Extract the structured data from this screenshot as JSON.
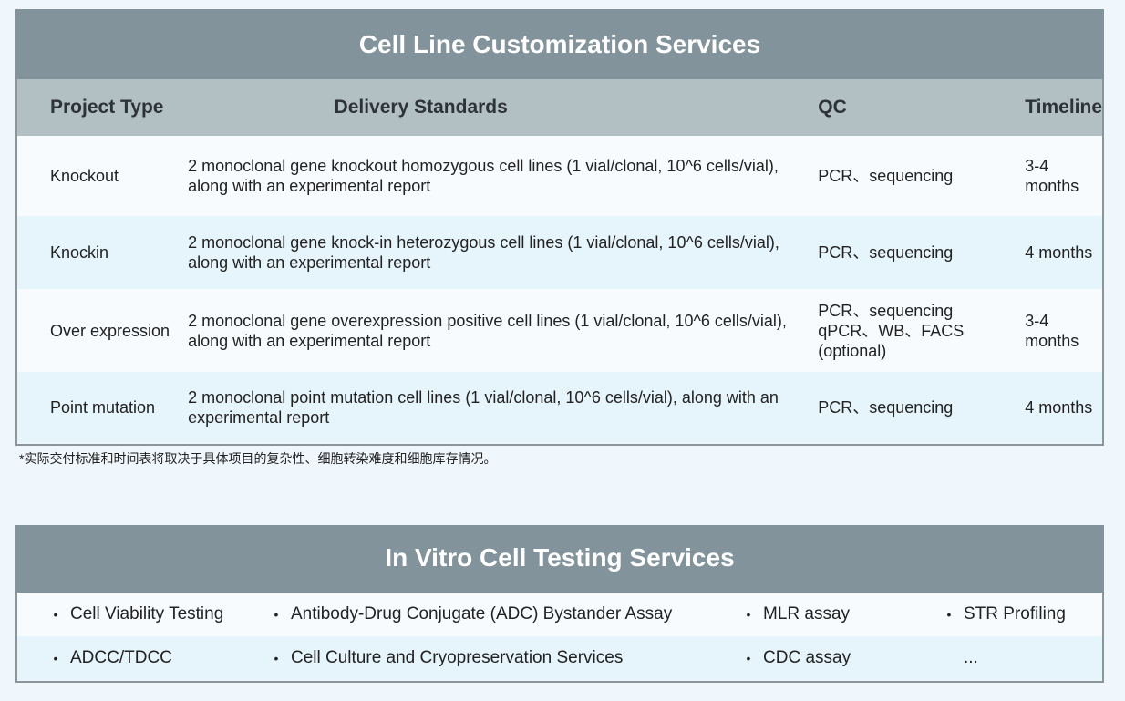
{
  "panel1": {
    "title": "Cell Line Customization Services",
    "headers": [
      "Project Type",
      "Delivery Standards",
      "QC",
      "Timeline"
    ],
    "rows": [
      {
        "type": "Knockout",
        "delivery": "2 monoclonal gene knockout homozygous cell lines (1 vial/clonal, 10^6 cells/vial), along with an experimental report",
        "qc": "PCR、sequencing",
        "qc2": "",
        "timeline": "3-4 months"
      },
      {
        "type": "Knockin",
        "delivery": "2 monoclonal gene knock-in heterozygous cell lines (1 vial/clonal, 10^6 cells/vial), along with an experimental report",
        "qc": "PCR、sequencing",
        "qc2": "",
        "timeline": "4 months"
      },
      {
        "type": "Over expression",
        "delivery": "2 monoclonal gene overexpression positive cell lines (1 vial/clonal, 10^6 cells/vial), along with an experimental report",
        "qc": "PCR、sequencing",
        "qc2": "qPCR、WB、FACS (optional)",
        "timeline": "3-4 months"
      },
      {
        "type": "Point mutation",
        "delivery": "2 monoclonal point mutation cell lines (1 vial/clonal, 10^6 cells/vial), along with an experimental report",
        "qc": "PCR、sequencing",
        "qc2": "",
        "timeline": "4 months"
      }
    ],
    "note": "*实际交付标准和时间表将取决于具体项目的复杂性、细胞转染难度和细胞库存情况。"
  },
  "panel2": {
    "title": "In Vitro Cell Testing Services",
    "bullet": "•",
    "items": [
      "Cell Viability Testing",
      "Antibody-Drug Conjugate (ADC) Bystander Assay",
      "MLR assay",
      "STR Profiling",
      "ADCC/TDCC",
      "Cell Culture and Cryopreservation Services",
      "CDC assay",
      "..."
    ]
  }
}
